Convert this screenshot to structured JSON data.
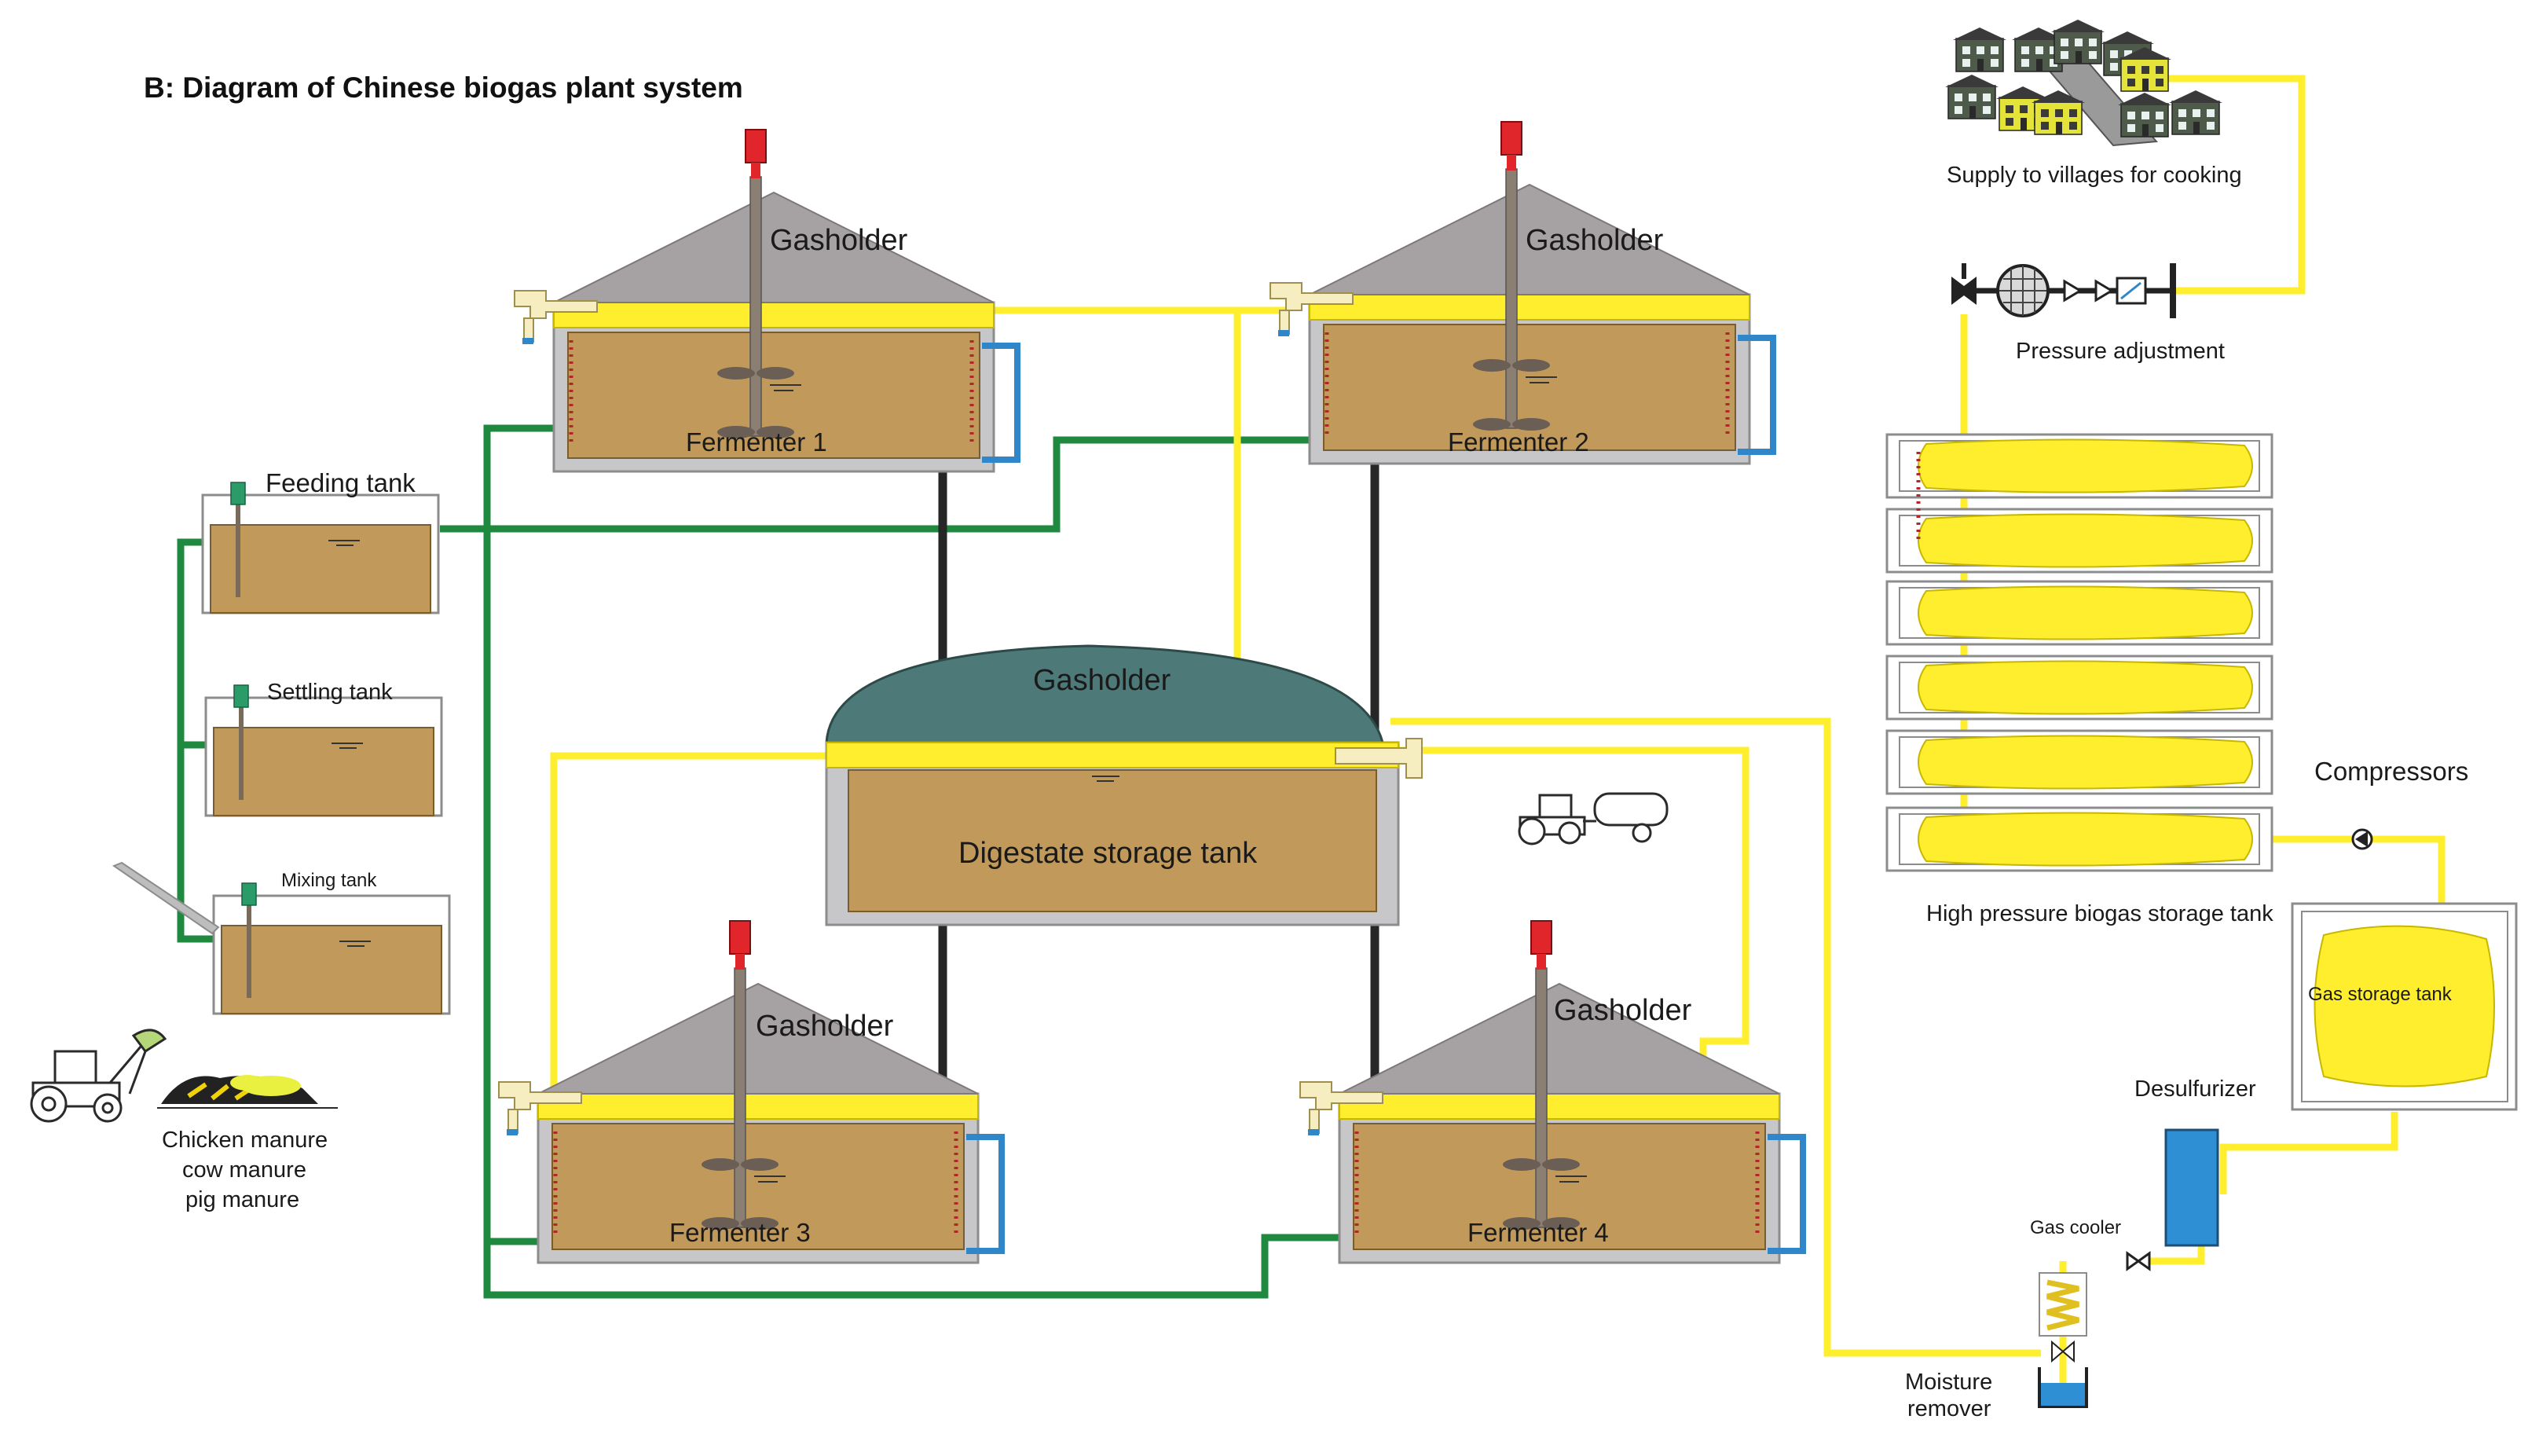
{
  "title": "B: Diagram of Chinese biogas plant system",
  "labels": {
    "fermenter_1": "Fermenter 1",
    "fermenter_2": "Fermenter 2",
    "fermenter_3": "Fermenter 3",
    "fermenter_4": "Fermenter 4",
    "gasholder": "Gasholder",
    "feeding_tank": "Feeding tank",
    "settling_tank": "Settling tank",
    "mixing_tank": "Mixing tank",
    "digestate_storage_tank": "Digestate storage tank",
    "manure_line_1": "Chicken manure",
    "manure_line_2": "cow manure",
    "manure_line_3": "pig manure",
    "supply_villages": "Supply to villages for cooking",
    "pressure_adjustment": "Pressure adjustment",
    "compressors": "Compressors",
    "high_pressure_storage": "High pressure biogas storage tank",
    "gas_storage_tank": "Gas storage tank",
    "desulfurizer": "Desulfurizer",
    "gas_cooler": "Gas cooler",
    "moisture_line_1": "Moisture",
    "moisture_line_2": "remover"
  },
  "colors": {
    "slurry": "#c19a5b",
    "biogas": "#ffee2e",
    "gasholder_roof": "#a6a1a2",
    "digestate_dome": "#4d7a78",
    "tank_wall": "#c7c7c9",
    "feed_pipe": "#1f8a3f",
    "digestate_pipe": "#262626",
    "heating_loop": "#2f86c9",
    "mixer_motor": "#e0262b",
    "desulfurizer": "#2f8fd4"
  }
}
